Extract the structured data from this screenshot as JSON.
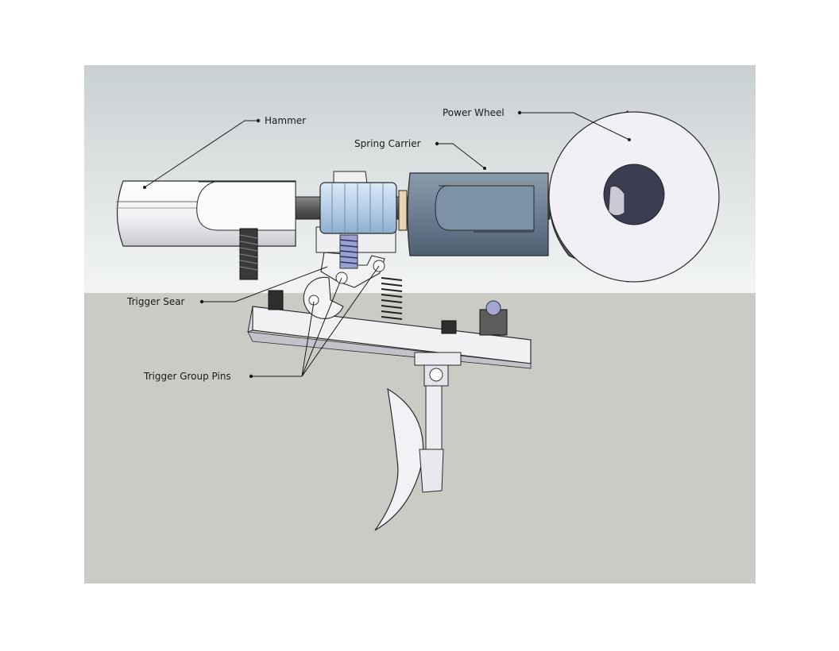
{
  "labels": {
    "hammer": "Hammer",
    "power_wheel": "Power Wheel",
    "spring_carrier": "Spring Carrier",
    "trigger_sear": "Trigger Sear",
    "trigger_group_pins": "Trigger Group Pins"
  },
  "colors": {
    "sky_top": "#c9d0d2",
    "sky_bottom": "#f2f4f4",
    "ground": "#cbcbc6",
    "part_white": "#f4f4f6",
    "part_outline": "#2a2a2a",
    "carrier_blue": "#6b7f92",
    "gear_blue": "#b9d2ea",
    "wheel_dark": "#5a5e72",
    "leader_line": "#1a1a1a"
  }
}
